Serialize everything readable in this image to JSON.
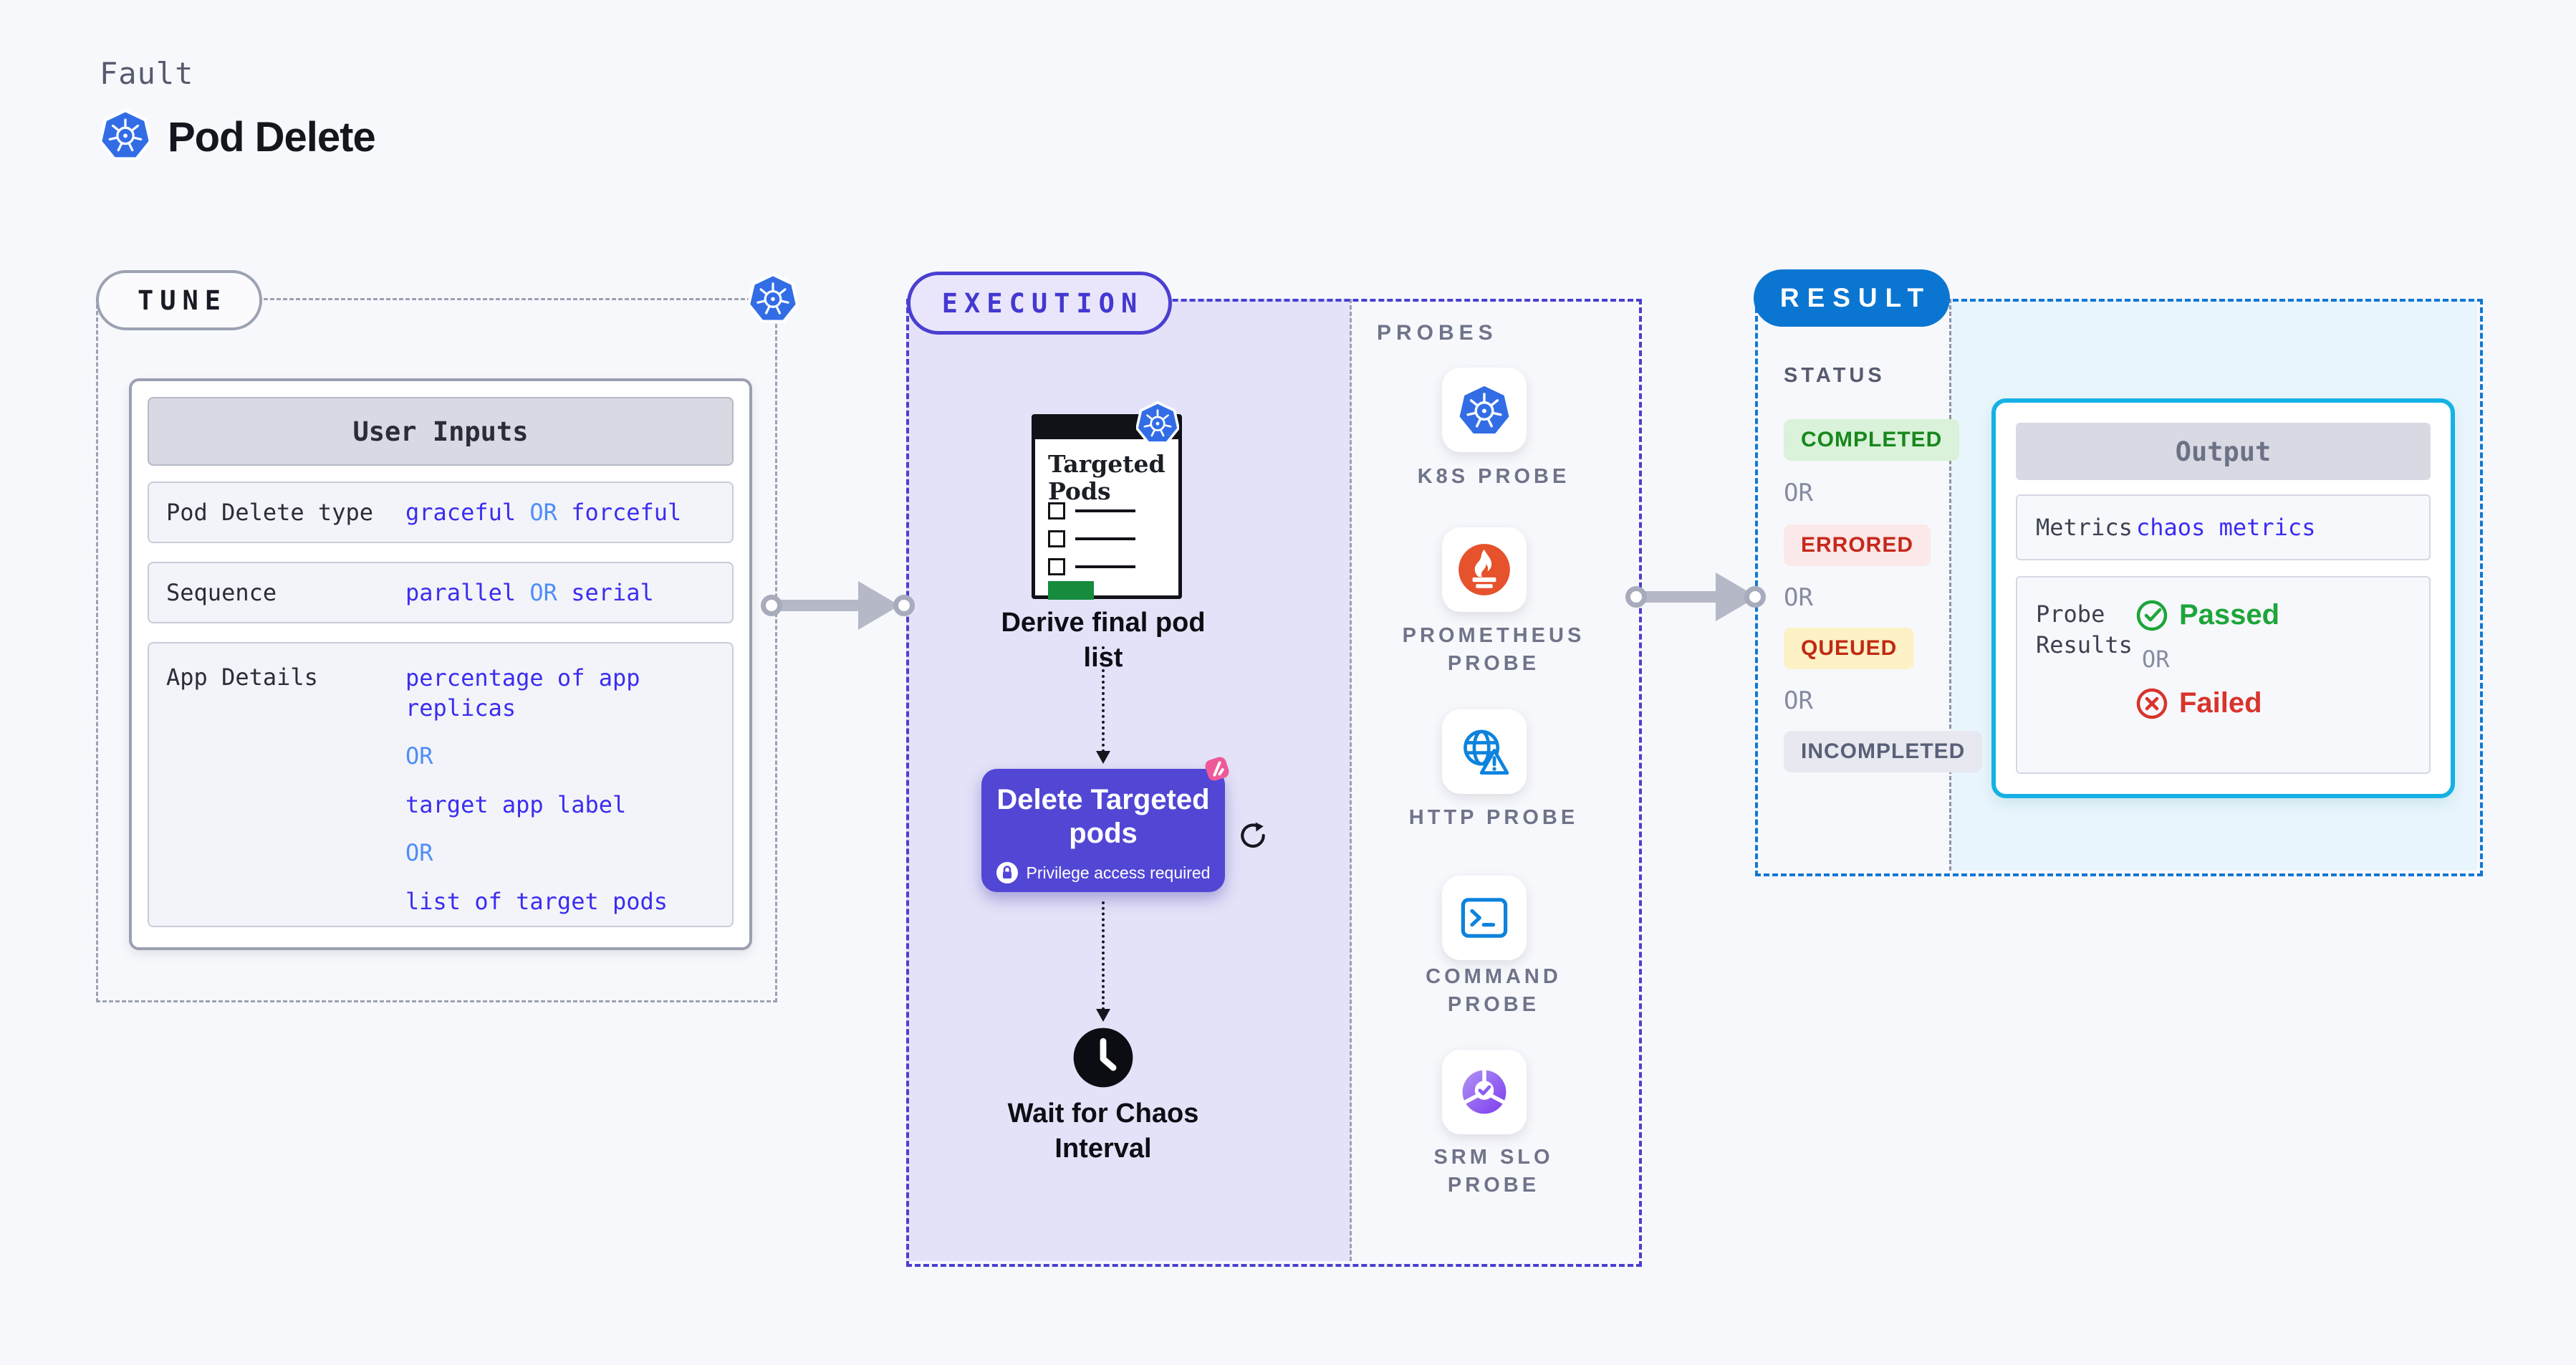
{
  "header": {
    "eyebrow": "Fault",
    "title": "Pod Delete",
    "icon": "kubernetes-icon"
  },
  "tune": {
    "pill": "TUNE",
    "table_title": "User Inputs",
    "rows": [
      {
        "label": "Pod Delete type",
        "v1": "graceful",
        "or": "OR",
        "v2": "forceful"
      },
      {
        "label": "Sequence",
        "v1": "parallel",
        "or": "OR",
        "v2": "serial"
      },
      {
        "label": "App Details",
        "v1": "percentage of app replicas",
        "or1": "OR",
        "v2": "target app label",
        "or2": "OR",
        "v3": "list of target pods"
      }
    ]
  },
  "execution": {
    "pill": "EXECUTION",
    "targeted_pods_title": "Targeted Pods",
    "derive_label": "Derive final pod list",
    "delete_button": {
      "title": "Delete Targeted pods",
      "privilege": "Privilege access required"
    },
    "wait_label": "Wait for Chaos Interval",
    "probes": {
      "title": "PROBES",
      "items": [
        {
          "label": "K8S PROBE",
          "icon": "kubernetes-icon"
        },
        {
          "label": "PROMETHEUS PROBE",
          "icon": "prometheus-icon"
        },
        {
          "label": "HTTP PROBE",
          "icon": "globe-warning-icon"
        },
        {
          "label": "COMMAND PROBE",
          "icon": "terminal-icon"
        },
        {
          "label": "SRM SLO PROBE",
          "icon": "slo-donut-icon"
        }
      ]
    }
  },
  "result": {
    "pill": "RESULT",
    "status_title": "STATUS",
    "or": "OR",
    "badges": [
      {
        "label": "COMPLETED"
      },
      {
        "label": "ERRORED"
      },
      {
        "label": "QUEUED"
      },
      {
        "label": "INCOMPLETED"
      }
    ],
    "output": {
      "title": "Output",
      "metrics_label": "Metrics",
      "metrics_value": "chaos metrics",
      "probe_results_label": "Probe Results",
      "passed": "Passed",
      "or": "OR",
      "failed": "Failed"
    }
  },
  "colors": {
    "accent_indigo": "#4b3fd1",
    "execution_fill": "#e4e2f8",
    "result_blue": "#0b76d1",
    "result_fill": "#e9f5fc",
    "output_cyan": "#16b1e4",
    "value_indigo": "#3b2df0",
    "or_blue": "#4f8ef8",
    "passed_green": "#1ea53a",
    "failed_red": "#d8342c",
    "k8s_blue": "#326de6",
    "prometheus_orange": "#e6522c",
    "srm_purple": "#7c3aed",
    "chaos_pink": "#ee5a99"
  }
}
